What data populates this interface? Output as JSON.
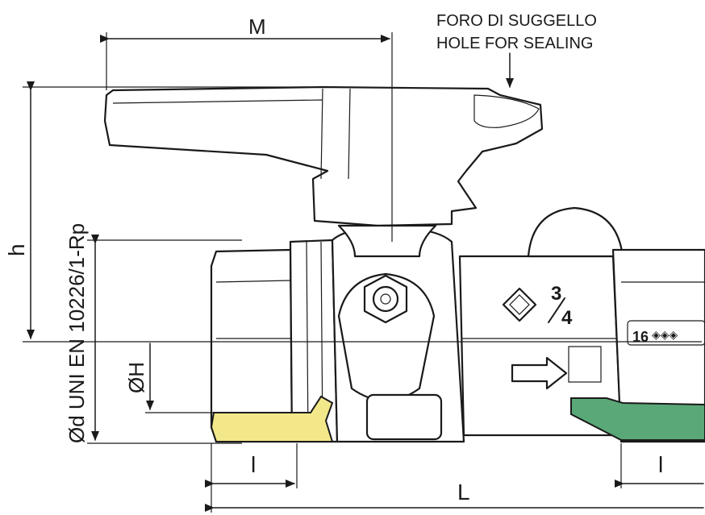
{
  "diagram": {
    "note_line1": "FORO DI SUGGELLO",
    "note_line2": "HOLE FOR SEALING",
    "dim_M": "M",
    "dim_h": "h",
    "dim_d": "Ød UNI EN 10226/1-Rp",
    "dim_H": "ØH",
    "dim_l_left": "l",
    "dim_l_right": "l",
    "dim_L": "L",
    "size_numerator": "3",
    "size_denominator": "4",
    "marking": "16"
  },
  "colors": {
    "inlet_seal": "#f2e88a",
    "outlet_seal": "#5aa877",
    "line": "#1a1a1a",
    "background": "#ffffff"
  }
}
